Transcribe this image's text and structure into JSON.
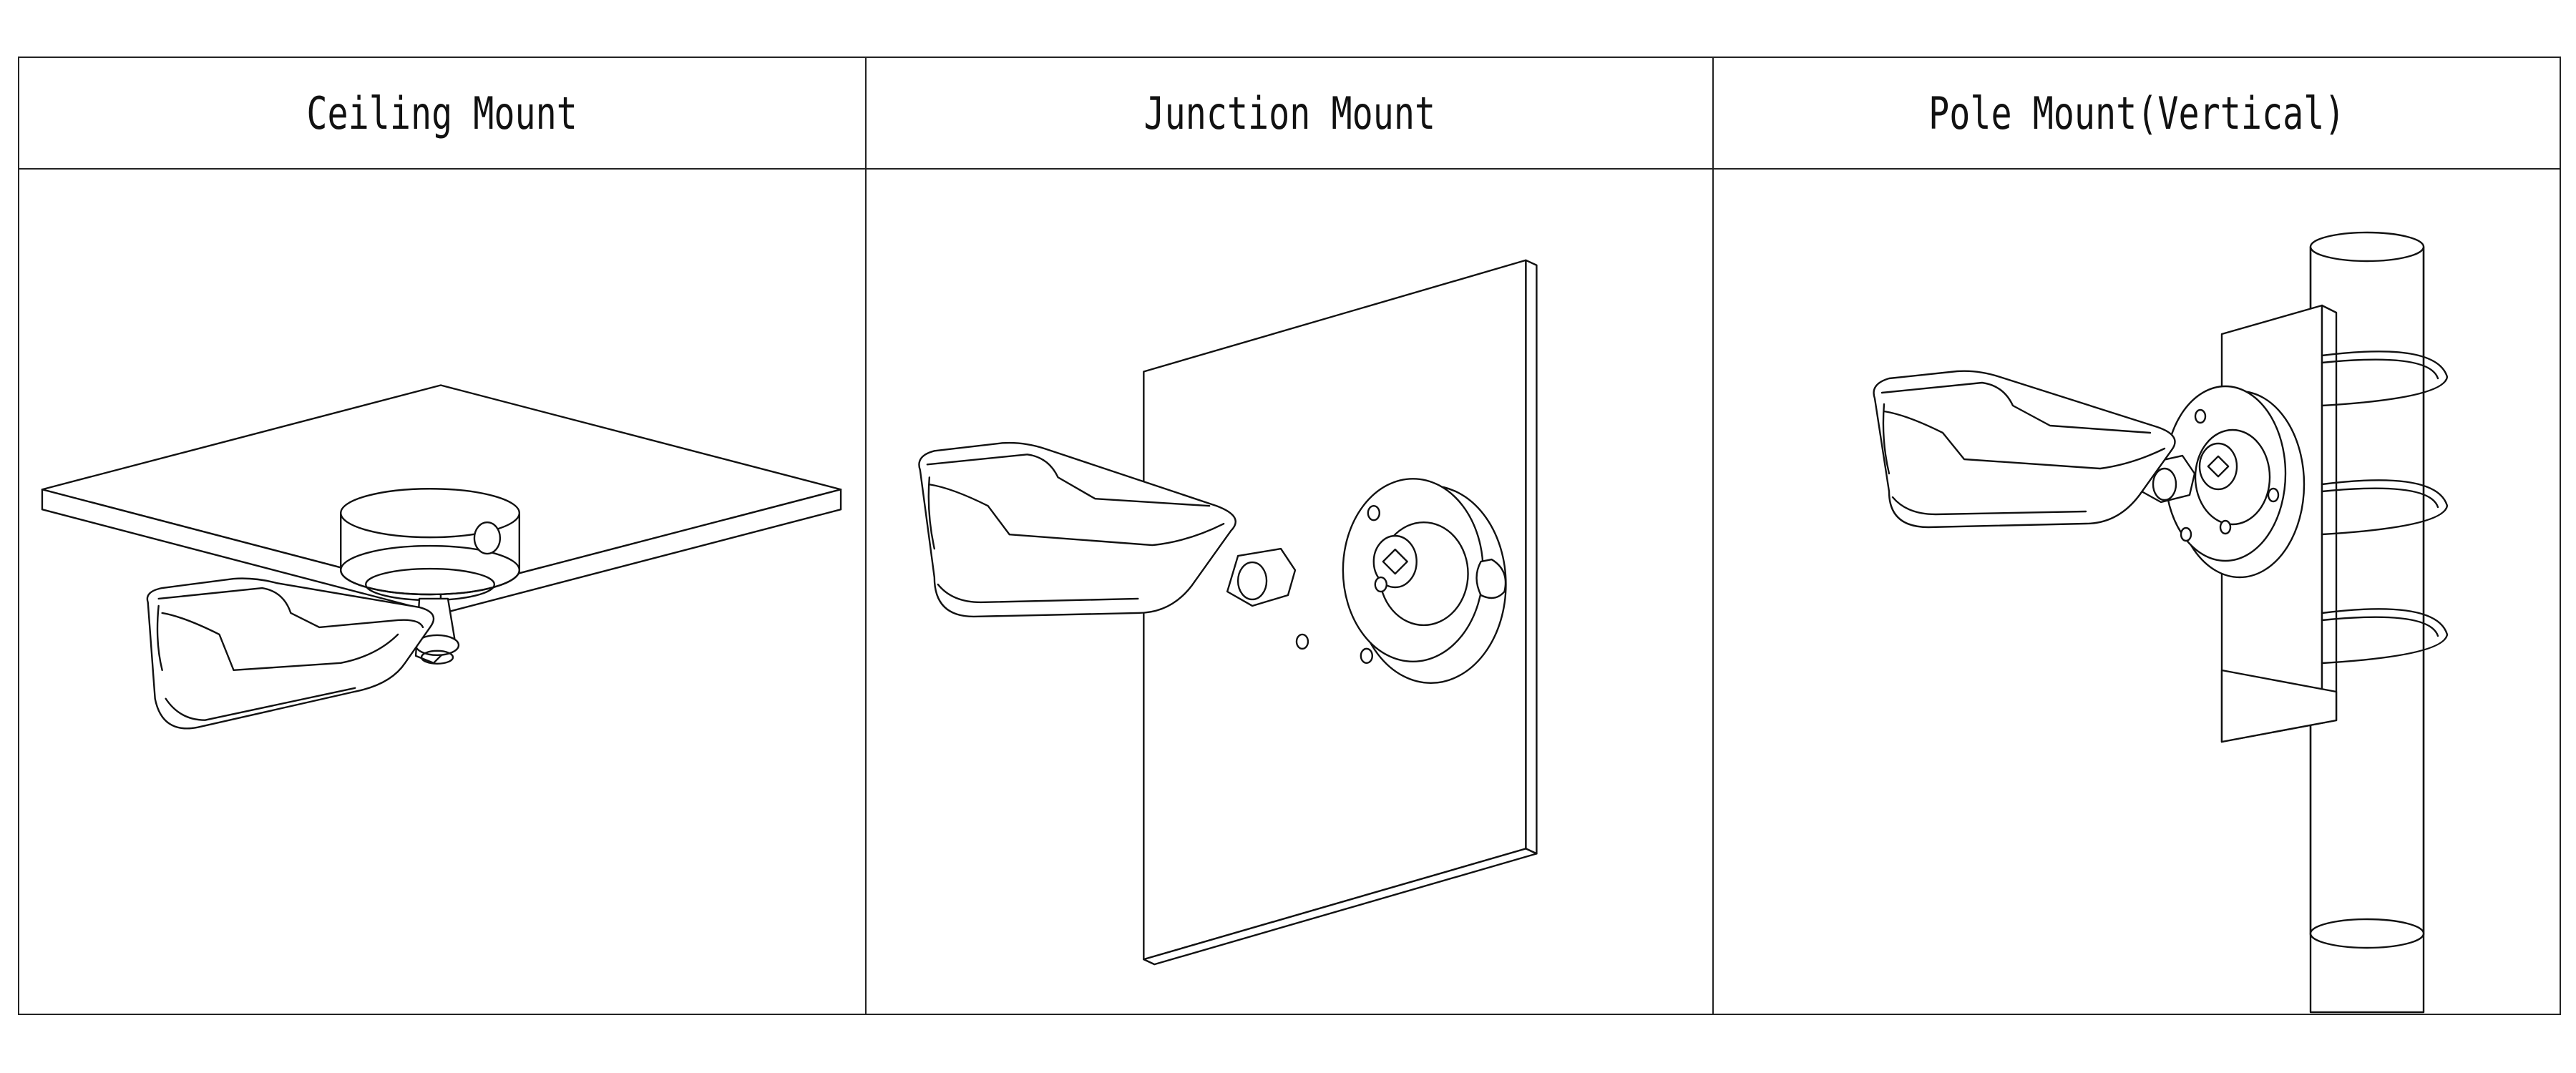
{
  "table": {
    "columns": [
      {
        "title": "Ceiling Mount"
      },
      {
        "title": "Junction Mount"
      },
      {
        "title": "Pole Mount(Vertical)"
      }
    ]
  },
  "style": {
    "line_color": "#111111",
    "background_color": "#ffffff"
  }
}
